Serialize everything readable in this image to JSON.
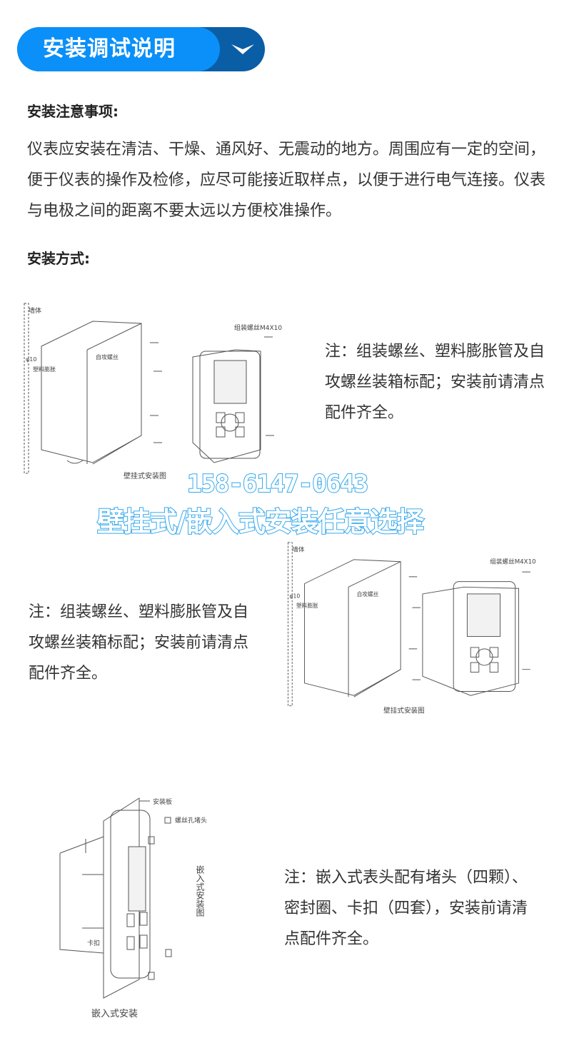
{
  "header": {
    "title": "安装调试说明",
    "toggle_icon": "chevron-down-icon",
    "colors": {
      "primary": "#0a90f8",
      "dark": "#0a5ea6"
    }
  },
  "precautions": {
    "heading": "安装注意事项:",
    "text": "仪表应安装在清洁、干燥、通风好、无震动的地方。周围应有一定的空间，便于仪表的操作及检修，应尽可能接近取样点，以便于进行电气连接。仪表与电极之间的距离不要太远以方便校准操作。"
  },
  "method": {
    "heading": "安装方式:"
  },
  "diagram_wall": {
    "labels": {
      "wall": "墙体",
      "phi": "φ10",
      "anchor": "塑料膨胀",
      "self_tap": "自攻螺丝",
      "screw": "组装螺丝M4X10",
      "caption": "壁挂式安装图"
    }
  },
  "note_wall": "注：组装螺丝、塑料膨胀管及自攻螺丝装箱标配；安装前请清点配件齐全。",
  "promo": {
    "phone": "158-6147-0643",
    "slogan": "壁挂式/嵌入式安装任意选择"
  },
  "diagram_embed": {
    "labels": {
      "plate": "安装板",
      "plug": "螺丝孔堵头",
      "clip": "卡扣",
      "side": "嵌入式安装图",
      "caption": "嵌入式安装"
    }
  },
  "note_embed": "注：嵌入式表头配有堵头（四颗）、密封圈、卡扣（四套），安装前请清点配件齐全。"
}
